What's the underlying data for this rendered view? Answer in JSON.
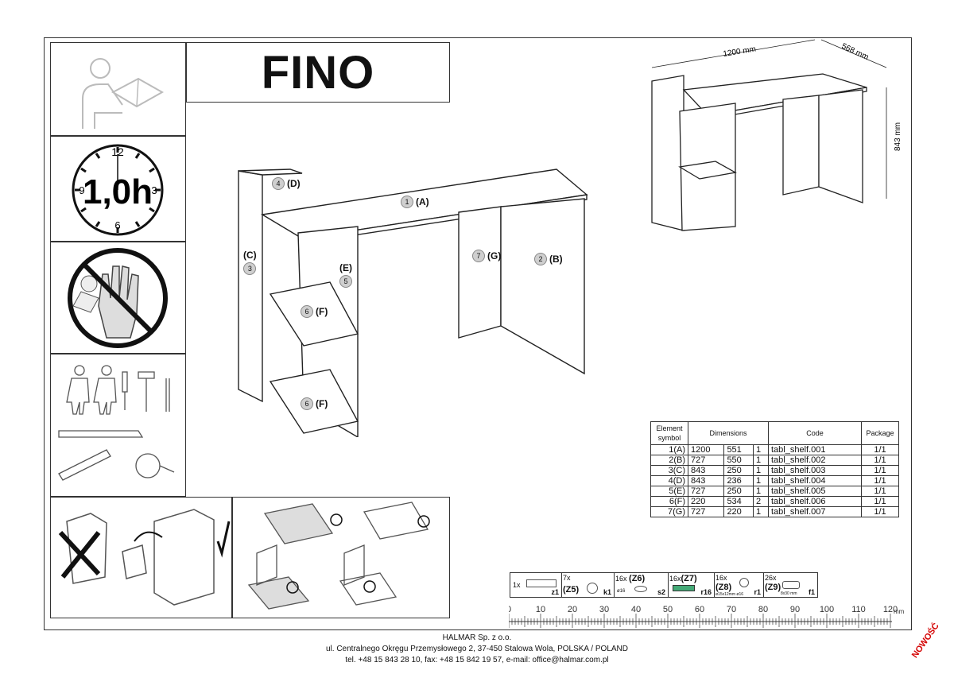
{
  "title": "FINO",
  "clock": {
    "n12": "12",
    "n3": "3",
    "n6": "6",
    "n9": "9",
    "time": "1,0h"
  },
  "dimensions": {
    "width": "1200 mm",
    "depth": "568 mm",
    "height": "843 mm"
  },
  "parts_labels": [
    {
      "num": "1",
      "letter": "(A)"
    },
    {
      "num": "2",
      "letter": "(B)"
    },
    {
      "num": "3",
      "letter": "(C)"
    },
    {
      "num": "4",
      "letter": "(D)"
    },
    {
      "num": "5",
      "letter": "(E)"
    },
    {
      "num": "6",
      "letter": "(F)"
    },
    {
      "num": "6",
      "letter": "(F)"
    },
    {
      "num": "7",
      "letter": "(G)"
    }
  ],
  "table": {
    "headers": {
      "element": "Element symbol",
      "dimensions": "Dimensions",
      "code": "Code",
      "package": "Package"
    },
    "rows": [
      {
        "sym": "1(A)",
        "d1": "1200",
        "d2": "551",
        "qty": "1",
        "code": "tabl_shelf.001",
        "pkg": "1/1"
      },
      {
        "sym": "2(B)",
        "d1": "727",
        "d2": "550",
        "qty": "1",
        "code": "tabl_shelf.002",
        "pkg": "1/1"
      },
      {
        "sym": "3(C)",
        "d1": "843",
        "d2": "250",
        "qty": "1",
        "code": "tabl_shelf.003",
        "pkg": "1/1"
      },
      {
        "sym": "4(D)",
        "d1": "843",
        "d2": "236",
        "qty": "1",
        "code": "tabl_shelf.004",
        "pkg": "1/1"
      },
      {
        "sym": "5(E)",
        "d1": "727",
        "d2": "250",
        "qty": "1",
        "code": "tabl_shelf.005",
        "pkg": "1/1"
      },
      {
        "sym": "6(F)",
        "d1": "220",
        "d2": "534",
        "qty": "2",
        "code": "tabl_shelf.006",
        "pkg": "1/1"
      },
      {
        "sym": "7(G)",
        "d1": "727",
        "d2": "220",
        "qty": "1",
        "code": "tabl_shelf.007",
        "pkg": "1/1"
      }
    ]
  },
  "hardware": [
    {
      "qty": "1x",
      "code": "z1"
    },
    {
      "qty": "7x",
      "name": "(Z5)",
      "code": "k1"
    },
    {
      "qty": "16x",
      "name": "(Z6)",
      "sub": "ø16",
      "code": "s2"
    },
    {
      "qty": "16x",
      "name": "(Z7)",
      "code": "r16"
    },
    {
      "qty": "16x",
      "name": "(Z8)",
      "sub": "ø15x12mm ø16",
      "code": "r1"
    },
    {
      "qty": "26x",
      "name": "(Z9)",
      "sub": "8x30 mm",
      "code": "f1"
    }
  ],
  "ruler": {
    "ticks": [
      "0",
      "10",
      "20",
      "30",
      "40",
      "50",
      "60",
      "70",
      "80",
      "90",
      "100",
      "110",
      "120"
    ],
    "unit": "mm"
  },
  "footer": {
    "line1": "HALMAR Sp. z o.o.",
    "line2": "ul. Centralnego Okręgu Przemysłowego 2, 37-450 Stalowa Wola, POLSKA / POLAND",
    "line3": "tel. +48 15 843 28 10, fax: +48 15 842 19 57, e-mail: office@halmar.com.pl"
  },
  "badge": "NOWOŚĆ"
}
